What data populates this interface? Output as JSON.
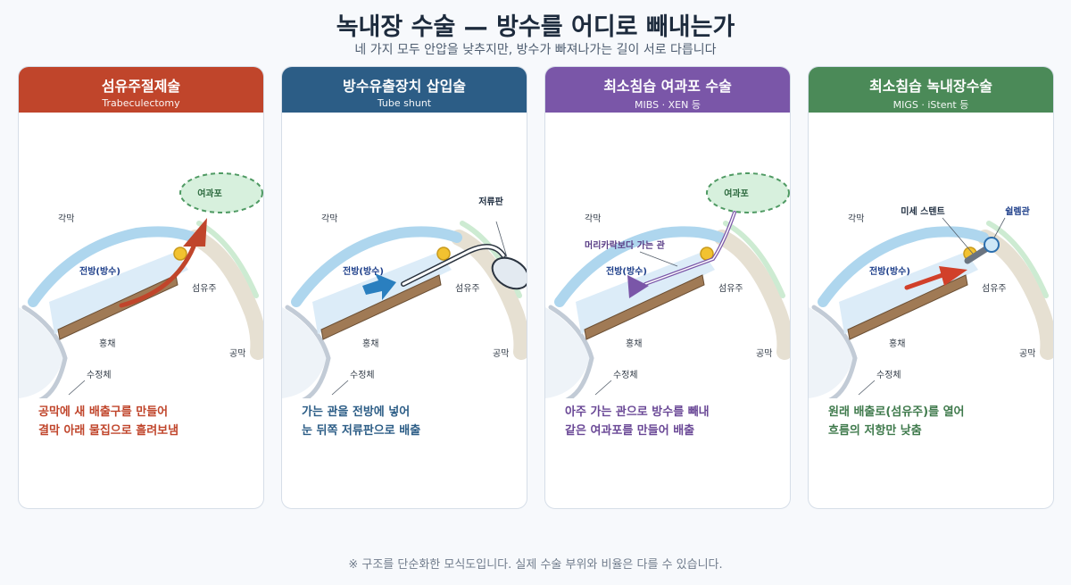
{
  "header": {
    "title": "녹내장 수술 — 방수를 어디로 빼내는가",
    "subtitle": "네 가지 모두 안압을 낮추지만, 방수가 빠져나가는 길이 서로 다릅니다"
  },
  "footnote": "※ 구조를 단순화한 모식도입니다. 실제 수술 부위와 비율은 다를 수 있습니다.",
  "labels": {
    "cornea": "각막",
    "anterior_chamber": "전방(방수)",
    "iris": "홍채",
    "lens": "수정체",
    "sclera": "공막",
    "trabecular_meshwork": "섬유주",
    "bleb": "여과포"
  },
  "cards": [
    {
      "name": "섬유주절제술",
      "sub": "Trabeculectomy",
      "color": "#c0452b",
      "caption": [
        "공막에 새 배출구를 만들어",
        "결막 아래 물집으로 흘려보냄"
      ]
    },
    {
      "name": "방수유출장치 삽입술",
      "sub": "Tube shunt",
      "color": "#2c5d86",
      "caption": [
        "가는 관을 전방에 넣어",
        "눈 뒤쪽 저류판으로 배출"
      ],
      "device_label": "저류판"
    },
    {
      "name": "최소침습 여과포 수술",
      "sub": "MIBS · XEN 등",
      "color": "#7a56a8",
      "caption": [
        "아주 가는 관으로 방수를 빼내",
        "같은 여과포를 만들어 배출"
      ],
      "device_label": "머리카락보다 가는 관"
    },
    {
      "name": "최소침습 녹내장수술",
      "sub": "MIGS · iStent 등",
      "color": "#4b8a58",
      "caption": [
        "원래 배출로(섬유주)를 열어",
        "흐름의 저항만 낮춤"
      ],
      "device_label": "미세 스텐트",
      "device_label_2": "쉴렘관"
    }
  ]
}
